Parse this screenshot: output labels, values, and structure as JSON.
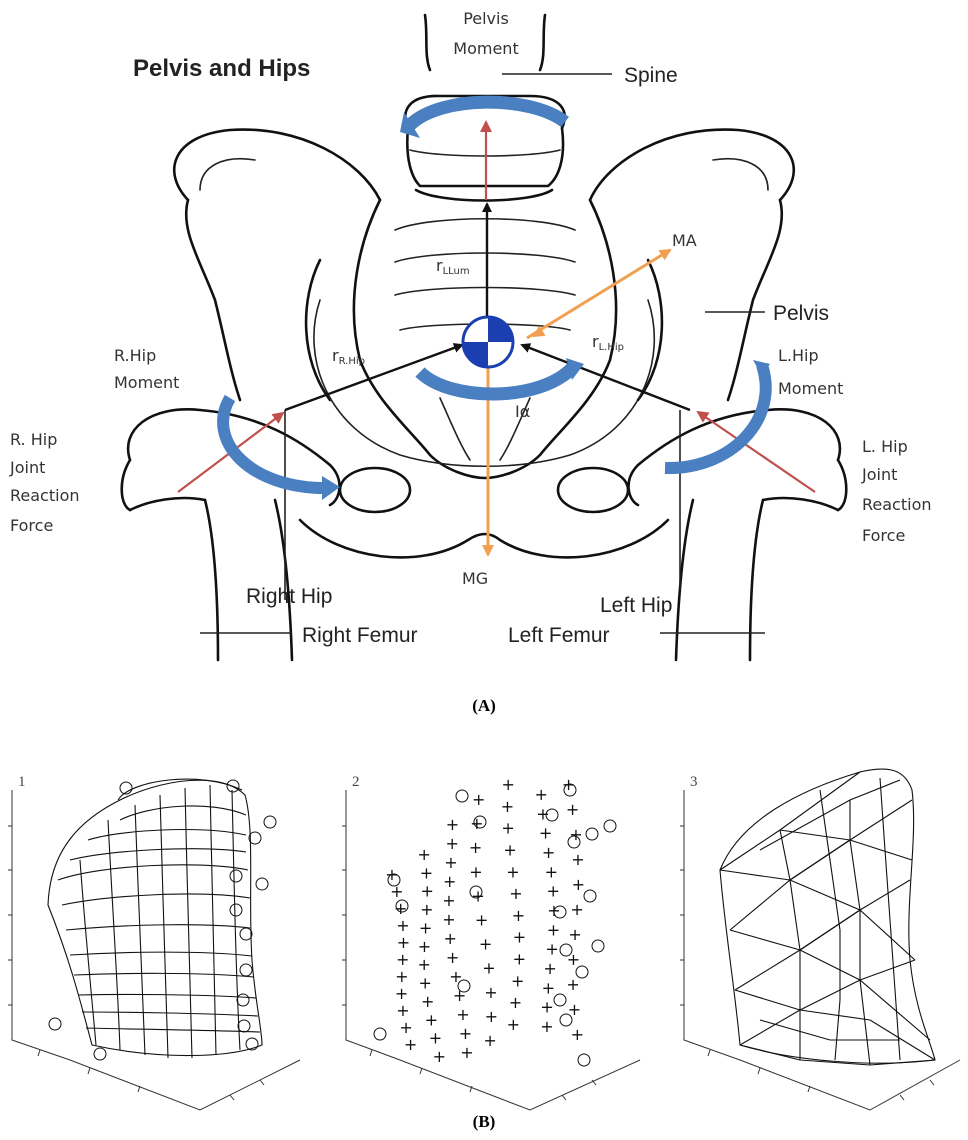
{
  "panel_a": {
    "title": "Pelvis and Hips",
    "labels": {
      "pelvis_moment_1": "Pelvis",
      "pelvis_moment_2": "Moment",
      "spine": "Spine",
      "ma": "MA",
      "r_llum_base": "r",
      "r_llum_sub": "LLum",
      "pelvis": "Pelvis",
      "r_rhip_base": "r",
      "r_rhip_sub": "R.Hip",
      "r_lhip_base": "r",
      "r_lhip_sub": "L.Hip",
      "rhip_moment_1": "R.Hip",
      "rhip_moment_2": "Moment",
      "lhip_moment_1": "L.Hip",
      "lhip_moment_2": "Moment",
      "ialpha": "Iα",
      "r_jrf_1": "R. Hip",
      "r_jrf_2": "Joint",
      "r_jrf_3": "Reaction",
      "r_jrf_4": "Force",
      "l_jrf_1": "L. Hip",
      "l_jrf_2": "Joint",
      "l_jrf_3": "Reaction",
      "l_jrf_4": "Force",
      "mg": "MG",
      "right_hip": "Right Hip",
      "left_hip": "Left Hip",
      "right_femur": "Right Femur",
      "left_femur": "Left Femur"
    },
    "caption": "(A)"
  },
  "panel_b": {
    "plot_labels": [
      "1",
      "2",
      "3"
    ],
    "caption": "(B)"
  },
  "colors": {
    "moment_arrow": "#4a7fc1",
    "force_arrow": "#c0504d",
    "mass_arrow": "#f0a050",
    "line": "#111111"
  }
}
